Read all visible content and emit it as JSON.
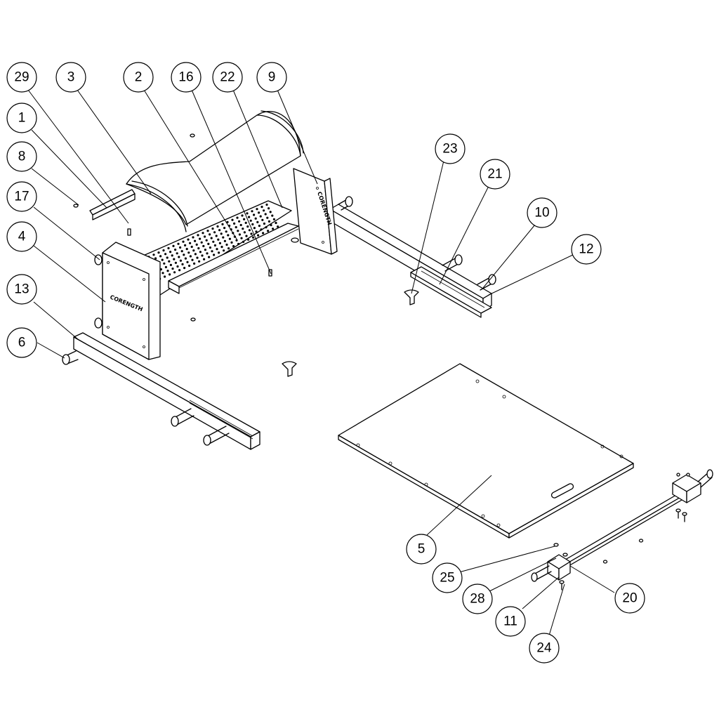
{
  "diagram": {
    "brand_text": "CORENGTH",
    "callouts": [
      {
        "id": "c29",
        "label": "29"
      },
      {
        "id": "c3",
        "label": "3"
      },
      {
        "id": "c2",
        "label": "2"
      },
      {
        "id": "c16",
        "label": "16"
      },
      {
        "id": "c22",
        "label": "22"
      },
      {
        "id": "c9",
        "label": "9"
      },
      {
        "id": "c1",
        "label": "1"
      },
      {
        "id": "c8",
        "label": "8"
      },
      {
        "id": "c17",
        "label": "17"
      },
      {
        "id": "c4",
        "label": "4"
      },
      {
        "id": "c13",
        "label": "13"
      },
      {
        "id": "c6",
        "label": "6"
      },
      {
        "id": "c23",
        "label": "23"
      },
      {
        "id": "c21",
        "label": "21"
      },
      {
        "id": "c10",
        "label": "10"
      },
      {
        "id": "c12",
        "label": "12"
      },
      {
        "id": "c5",
        "label": "5"
      },
      {
        "id": "c25",
        "label": "25"
      },
      {
        "id": "c28",
        "label": "28"
      },
      {
        "id": "c11",
        "label": "11"
      },
      {
        "id": "c24",
        "label": "24"
      },
      {
        "id": "c20",
        "label": "20"
      }
    ]
  }
}
